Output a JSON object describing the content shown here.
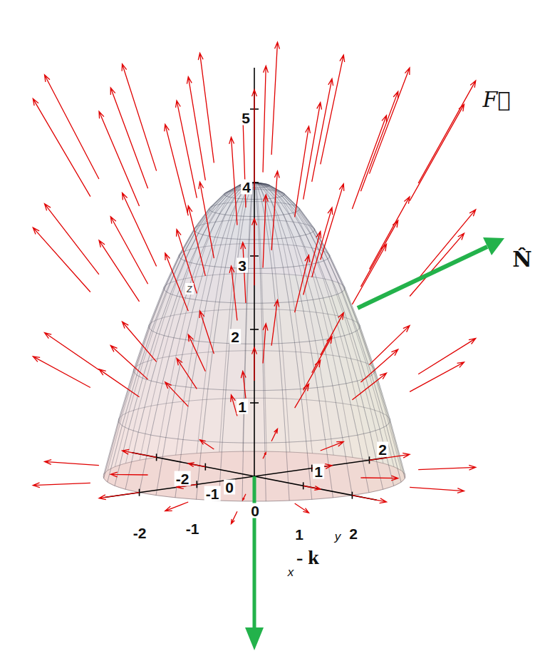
{
  "diagram": {
    "labels": [
      "5",
      "4",
      "3",
      "2",
      "1",
      "z",
      "-2",
      "-1",
      "0",
      "1",
      "2",
      "-2",
      "-1",
      "0",
      "1",
      "y",
      "2",
      "x",
      "F⃗",
      "N̂",
      "- k"
    ]
  }
}
